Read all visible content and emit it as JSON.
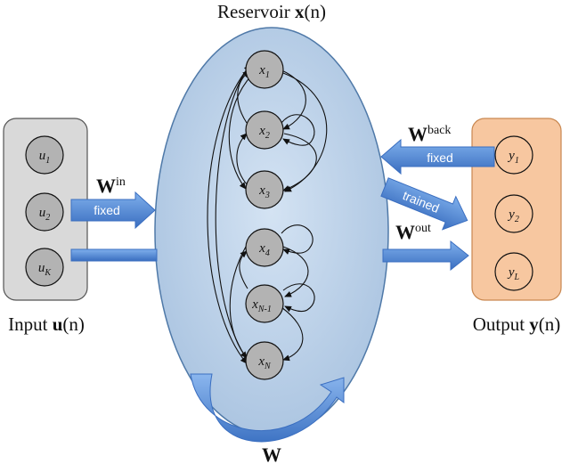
{
  "reservoir": {
    "title_prefix": "Reservoir ",
    "title_bold": "x",
    "title_suffix": "(n)",
    "nodes": [
      {
        "base": "x",
        "sub": "1"
      },
      {
        "base": "x",
        "sub": "2"
      },
      {
        "base": "x",
        "sub": "3"
      },
      {
        "base": "x",
        "sub": "4"
      },
      {
        "base": "x",
        "sub": "N-1"
      },
      {
        "base": "x",
        "sub": "N"
      }
    ],
    "recurrent_label": "W"
  },
  "input": {
    "label_prefix": "Input ",
    "label_bold": "u",
    "label_suffix": "(n)",
    "nodes": [
      {
        "base": "u",
        "sub": "1"
      },
      {
        "base": "u",
        "sub": "2"
      },
      {
        "base": "u",
        "sub": "K"
      }
    ],
    "weight_base": "W",
    "weight_sup": "in",
    "arrow_text": "fixed"
  },
  "output": {
    "label_prefix": "Output ",
    "label_bold": "y",
    "label_suffix": "(n)",
    "nodes": [
      {
        "base": "y",
        "sub": "1"
      },
      {
        "base": "y",
        "sub": "2"
      },
      {
        "base": "y",
        "sub": "L"
      }
    ],
    "back_weight_base": "W",
    "back_weight_sup": "back",
    "back_arrow_text": "fixed",
    "out_weight_base": "W",
    "out_weight_sup": "out",
    "out_arrow_text": "trained"
  },
  "colors": {
    "reservoir_fill": "#b8cfe6",
    "reservoir_stroke": "#4f79a8",
    "input_box_fill": "#d9d9d9",
    "output_box_fill": "#f7c7a0",
    "node_fill": "#b3b3b3",
    "arrow_fill": "#5b8fd6"
  }
}
